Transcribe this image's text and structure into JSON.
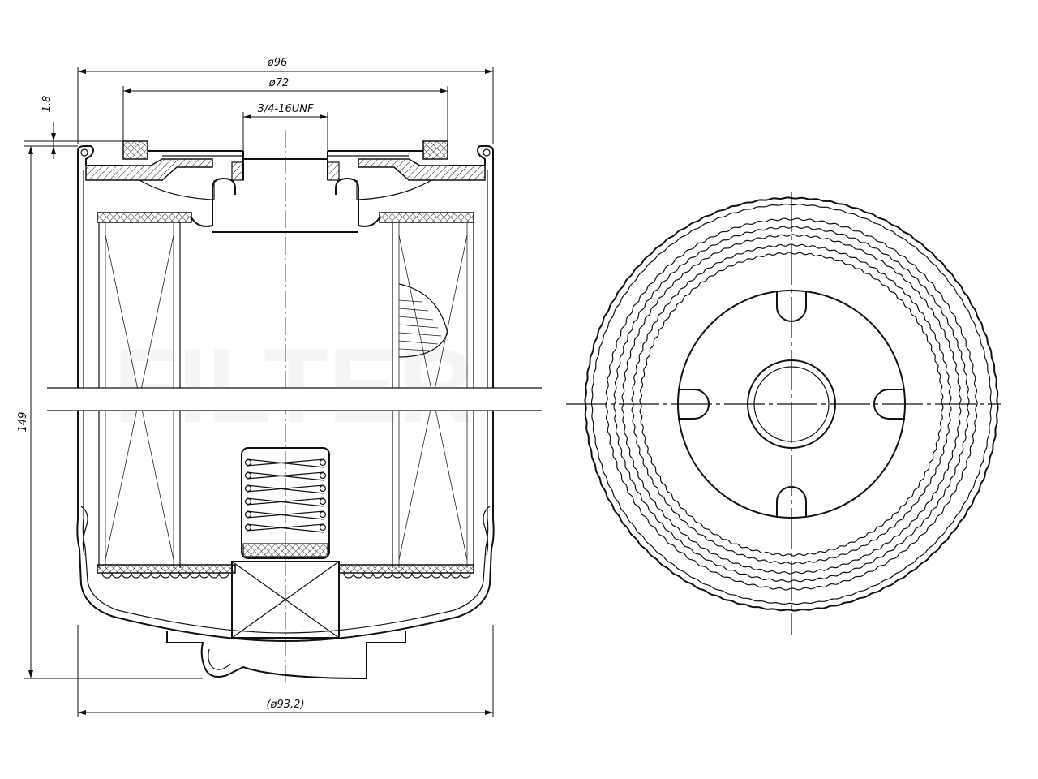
{
  "dimensions": {
    "outer_diameter": "ø96",
    "gasket_diameter": "ø72",
    "thread": "3/4-16UNF",
    "gasket_thickness": "1.8",
    "height": "149",
    "base_diameter": "(ø93,2)"
  }
}
